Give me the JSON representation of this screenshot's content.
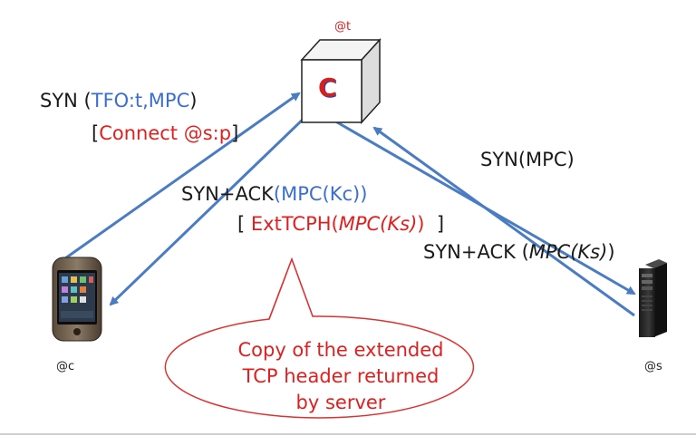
{
  "nodes": {
    "proxy_addr": "@t",
    "proxy_letter": "C",
    "client_addr": "@c",
    "server_addr": "@s"
  },
  "messages": {
    "syn1_prefix": "SYN (",
    "syn1_tfo": "TFO:t,MPC",
    "syn1_suffix": ")",
    "connect_open": "[",
    "connect_text": "Connect @s:p",
    "connect_close": "]",
    "synack1_prefix": "SYN+ACK",
    "synack1_mpc": "(MPC(Kc))",
    "ext_open": "[",
    "ext_text": "ExtTCPH(",
    "ext_mpc": "MPC(Ks)",
    "ext_close_paren": ")",
    "ext_close": "]",
    "syn2": "SYN(MPC)",
    "synack2_prefix": "SYN+ACK (",
    "synack2_mpc": "MPC(Ks)",
    "synack2_suffix": ")"
  },
  "callout": {
    "line1": "Copy of the extended",
    "line2": "TCP header returned",
    "line3": "by server"
  },
  "colors": {
    "arrow": "#4a7cc4",
    "red": "#e02020",
    "blue": "#3a6fd0"
  }
}
